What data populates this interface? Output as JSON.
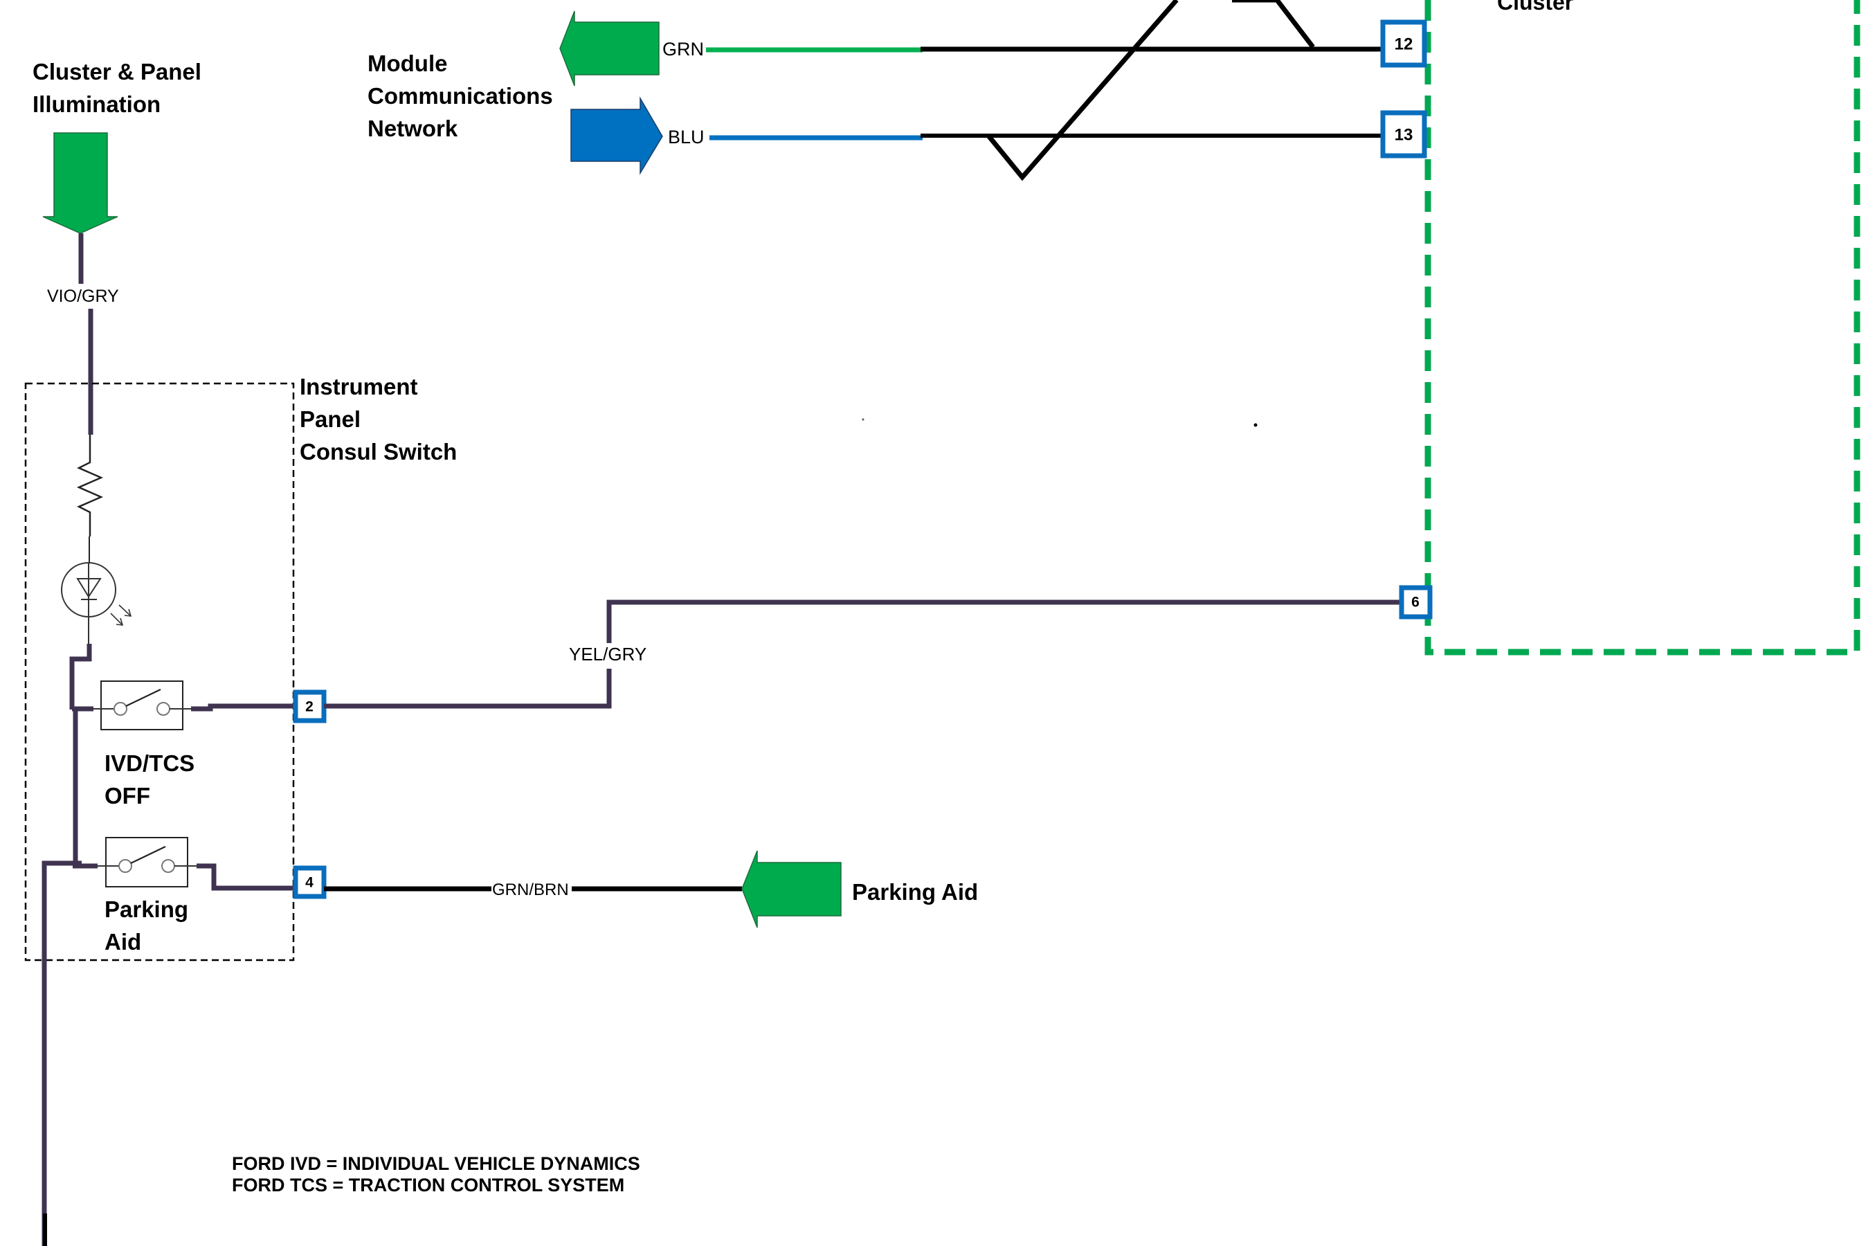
{
  "diagram": {
    "colors": {
      "wire_violet": "#3f3350",
      "wire_black": "#000000",
      "wire_green": "#00b050",
      "wire_blue": "#0070c0",
      "arrow_green": "#00ab4e",
      "arrow_blue": "#0070c0",
      "pin_border": "#0a6ebd",
      "module_border": "#00a850"
    },
    "labels": {
      "illumination_title_line1": "Cluster & Panel",
      "illumination_title_line2": "Illumination",
      "network_title_line1": "Module",
      "network_title_line2": "Communications",
      "network_title_line3": "Network",
      "switch_title_line1": "Instrument",
      "switch_title_line2": "Panel",
      "switch_title_line3": "Consul Switch",
      "ivd_switch_line1": "IVD/TCS",
      "ivd_switch_line2": "OFF",
      "parking_switch_line1": "Parking",
      "parking_switch_line2": "Aid",
      "parking_aid_arrow": "Parking Aid",
      "cluster_module": "Cluster"
    },
    "wires": {
      "vio_gry": "VIO/GRY",
      "grn": "GRN",
      "blu": "BLU",
      "yel_gry": "YEL/GRY",
      "grn_brn": "GRN/BRN"
    },
    "pins": {
      "switch_pin_a": "2",
      "switch_pin_b": "4",
      "cluster_pin_12": "12",
      "cluster_pin_13": "13",
      "cluster_pin_6": "6"
    },
    "legend": {
      "line1": "FORD IVD = INDIVIDUAL VEHICLE DYNAMICS",
      "line2": "FORD TCS = TRACTION CONTROL SYSTEM"
    }
  }
}
